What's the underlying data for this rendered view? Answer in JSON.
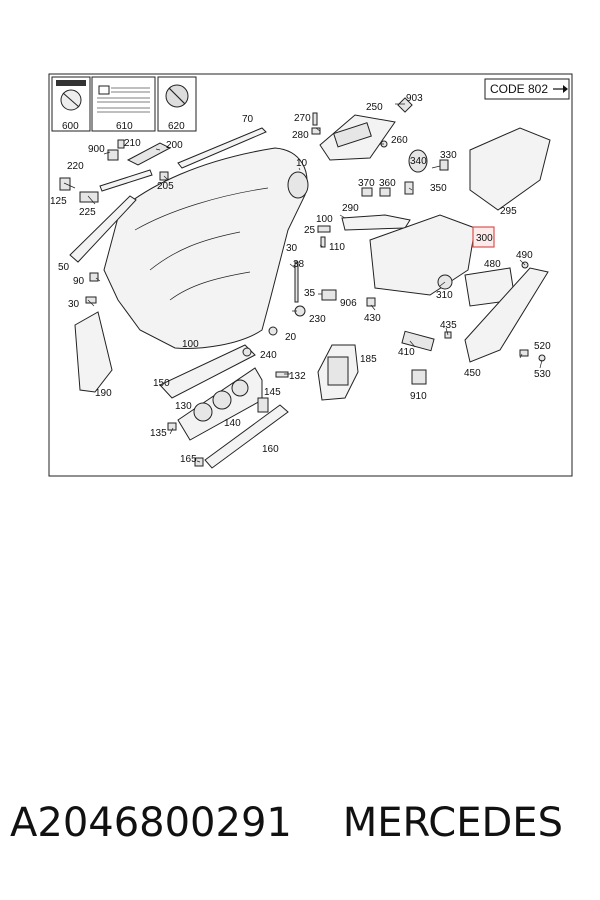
{
  "code_box": {
    "label": "CODE 802",
    "arrow": "arrow-right-icon"
  },
  "highlight_color": "#d9534f",
  "highlighted_part": "300",
  "legend_cards": [
    {
      "number": "600"
    },
    {
      "number": "610"
    },
    {
      "number": "620"
    }
  ],
  "callouts": [
    {
      "id": "70",
      "t": "70"
    },
    {
      "id": "270",
      "t": "270"
    },
    {
      "id": "280",
      "t": "280"
    },
    {
      "id": "250",
      "t": "250"
    },
    {
      "id": "903",
      "t": "903"
    },
    {
      "id": "260",
      "t": "260"
    },
    {
      "id": "210",
      "t": "210"
    },
    {
      "id": "900",
      "t": "900"
    },
    {
      "id": "200",
      "t": "200"
    },
    {
      "id": "220",
      "t": "220"
    },
    {
      "id": "10",
      "t": "10"
    },
    {
      "id": "340",
      "t": "340"
    },
    {
      "id": "330",
      "t": "330"
    },
    {
      "id": "205",
      "t": "205"
    },
    {
      "id": "370",
      "t": "370"
    },
    {
      "id": "360",
      "t": "360"
    },
    {
      "id": "350",
      "t": "350"
    },
    {
      "id": "125",
      "t": "125"
    },
    {
      "id": "225",
      "t": "225"
    },
    {
      "id": "295",
      "t": "295"
    },
    {
      "id": "290",
      "t": "290"
    },
    {
      "id": "100a",
      "t": "100"
    },
    {
      "id": "25",
      "t": "25"
    },
    {
      "id": "300",
      "t": "300"
    },
    {
      "id": "30a",
      "t": "30"
    },
    {
      "id": "110",
      "t": "110"
    },
    {
      "id": "50",
      "t": "50"
    },
    {
      "id": "38",
      "t": "38"
    },
    {
      "id": "490",
      "t": "490"
    },
    {
      "id": "480",
      "t": "480"
    },
    {
      "id": "90",
      "t": "90"
    },
    {
      "id": "310",
      "t": "310"
    },
    {
      "id": "35",
      "t": "35"
    },
    {
      "id": "906",
      "t": "906"
    },
    {
      "id": "30b",
      "t": "30"
    },
    {
      "id": "230",
      "t": "230"
    },
    {
      "id": "430",
      "t": "430"
    },
    {
      "id": "435",
      "t": "435"
    },
    {
      "id": "100b",
      "t": "100"
    },
    {
      "id": "20",
      "t": "20"
    },
    {
      "id": "240",
      "t": "240"
    },
    {
      "id": "185",
      "t": "185"
    },
    {
      "id": "410",
      "t": "410"
    },
    {
      "id": "520",
      "t": "520"
    },
    {
      "id": "190",
      "t": "190"
    },
    {
      "id": "150",
      "t": "150"
    },
    {
      "id": "132",
      "t": "132"
    },
    {
      "id": "450",
      "t": "450"
    },
    {
      "id": "530",
      "t": "530"
    },
    {
      "id": "145",
      "t": "145"
    },
    {
      "id": "910",
      "t": "910"
    },
    {
      "id": "130",
      "t": "130"
    },
    {
      "id": "140",
      "t": "140"
    },
    {
      "id": "135",
      "t": "135"
    },
    {
      "id": "160",
      "t": "160"
    },
    {
      "id": "165",
      "t": "165"
    }
  ],
  "footer": {
    "part_number": "A2046800291",
    "brand": "MERCEDES"
  }
}
